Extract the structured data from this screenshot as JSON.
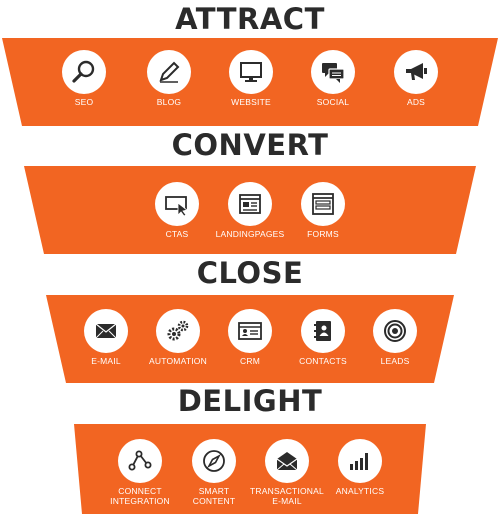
{
  "colors": {
    "band": "#f26522",
    "title": "#2b2b2b",
    "icon": "#2b2b2b"
  },
  "stages": [
    {
      "title": "ATTRACT",
      "items": [
        {
          "label": "SEO",
          "icon": "search-icon"
        },
        {
          "label": "BLOG",
          "icon": "pencil-icon"
        },
        {
          "label": "WEBSITE",
          "icon": "monitor-icon"
        },
        {
          "label": "SOCIAL",
          "icon": "chat-icon"
        },
        {
          "label": "ADS",
          "icon": "megaphone-icon"
        }
      ]
    },
    {
      "title": "CONVERT",
      "items": [
        {
          "label": "CTAs",
          "icon": "cursor-click-icon"
        },
        {
          "label": "LANDINGPAGES",
          "icon": "browser-page-icon"
        },
        {
          "label": "FORMS",
          "icon": "form-icon"
        }
      ]
    },
    {
      "title": "CLOSE",
      "items": [
        {
          "label": "E-MAIL",
          "icon": "envelope-icon"
        },
        {
          "label": "AUTOMATION",
          "icon": "gears-icon"
        },
        {
          "label": "CRM",
          "icon": "id-card-icon"
        },
        {
          "label": "CONTACTS",
          "icon": "address-book-icon"
        },
        {
          "label": "LEADS",
          "icon": "target-icon"
        }
      ]
    },
    {
      "title": "DELIGHT",
      "items": [
        {
          "label": "CONNECT INTEGRATION",
          "icon": "connect-nodes-icon"
        },
        {
          "label": "SMART CONTENT",
          "icon": "compass-icon"
        },
        {
          "label": "TRANSACTIONAL E-MAIL",
          "icon": "envelope-icon"
        },
        {
          "label": "ANALYTICS",
          "icon": "bar-chart-icon"
        }
      ]
    }
  ]
}
